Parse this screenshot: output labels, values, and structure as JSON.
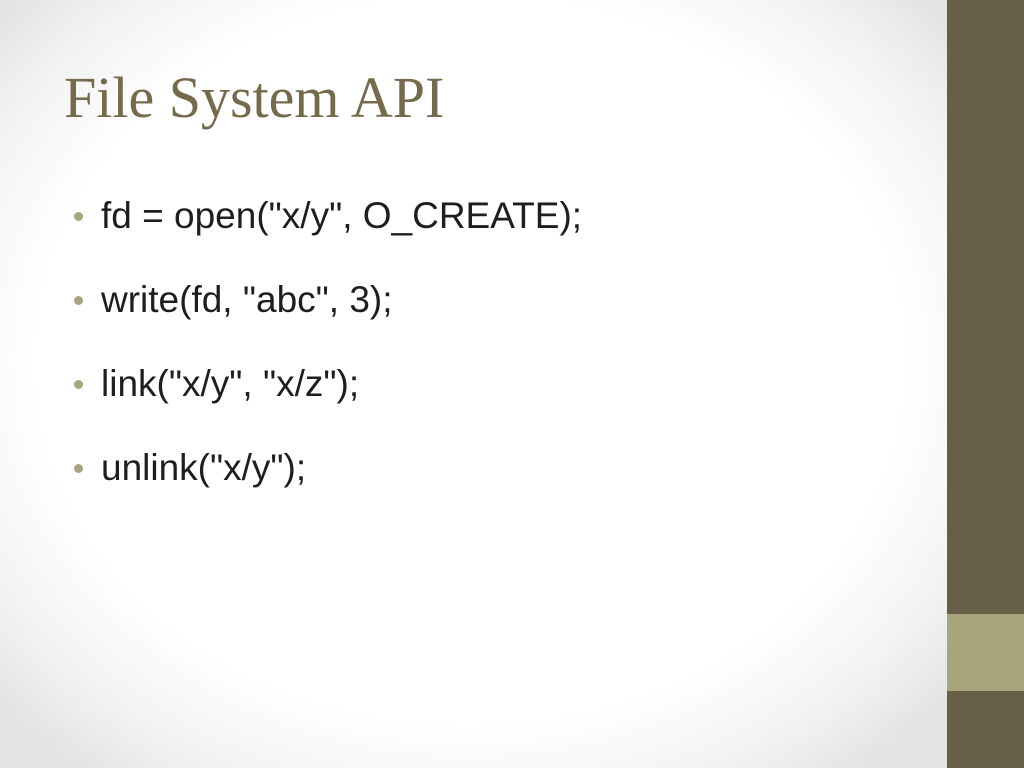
{
  "slide": {
    "title": "File System API",
    "bullets": [
      "fd = open(\"x/y\", O_CREATE);",
      "write(fd, \"abc\", 3);",
      "link(\"x/y\", \"x/z\");",
      "unlink(\"x/y\");"
    ]
  },
  "colors": {
    "title": "#756a4c",
    "body_text": "#1e1e1e",
    "bullet": "#a8a47c",
    "sidebar": "#675e47",
    "sidebar_accent": "#a8a47c"
  }
}
